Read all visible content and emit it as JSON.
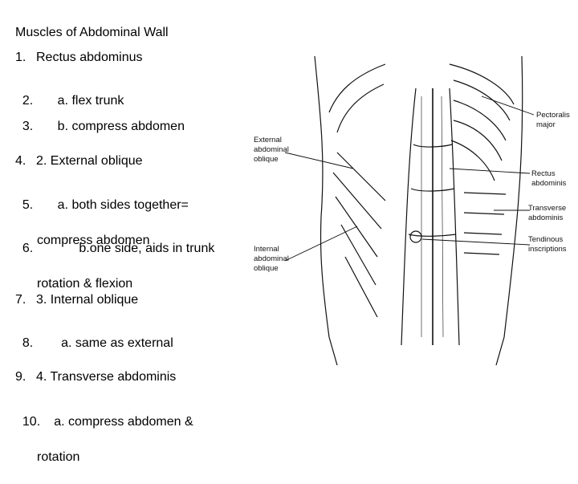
{
  "title": "Muscles of Abdominal Wall",
  "list": [
    {
      "num": "1.",
      "text": "Rectus abdominus",
      "cont": ""
    },
    {
      "num": "2.",
      "text": "    a. flex trunk",
      "cont": ""
    },
    {
      "num": "3.",
      "text": "    b. compress abdomen",
      "cont": ""
    },
    {
      "num": "4.",
      "text": "2. External oblique",
      "cont": ""
    },
    {
      "num": "5.",
      "text": "    a. both sides together=",
      "cont": "compress abdomen"
    },
    {
      "num": "6.",
      "text": "          b.one side, aids in trunk",
      "cont": "rotation & flexion"
    },
    {
      "num": "7.",
      "text": "3. Internal oblique",
      "cont": ""
    },
    {
      "num": "8.",
      "text": "     a. same as external",
      "cont": ""
    },
    {
      "num": "9.",
      "text": "4. Transverse abdominis",
      "cont": ""
    },
    {
      "num": "10.",
      "text": "   a. compress abdomen &",
      "cont": "rotation"
    }
  ],
  "figure_labels": {
    "external_1": "External",
    "external_2": "abdominal",
    "external_3": "oblique",
    "internal_1": "Internal",
    "internal_2": "abdominal",
    "internal_3": "oblique",
    "pectoralis_1": "Pectoralis",
    "pectoralis_2": "major",
    "rectus_1": "Rectus",
    "rectus_2": "abdominis",
    "transverse_1": "Transverse",
    "transverse_2": "abdominis",
    "tendinous_1": "Tendinous",
    "tendinous_2": "inscriptions"
  }
}
